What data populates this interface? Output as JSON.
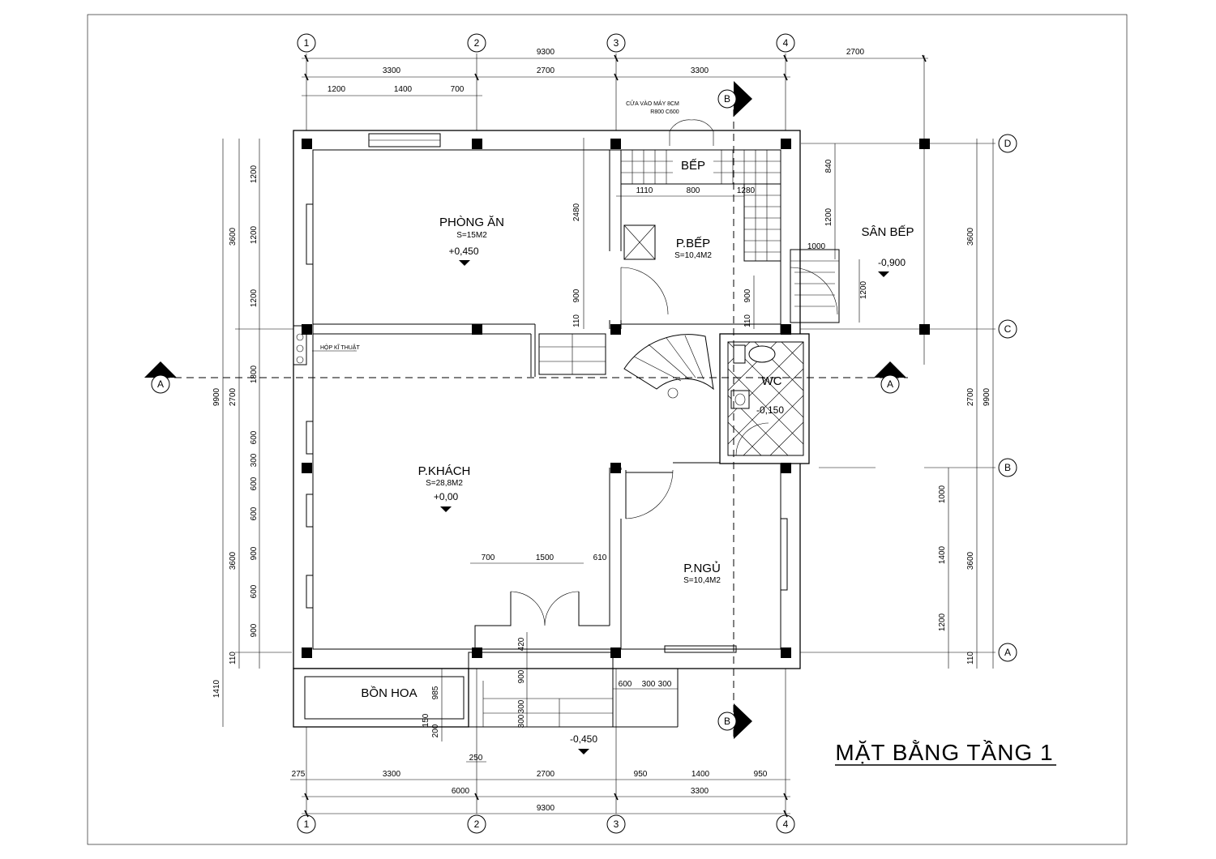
{
  "title": "MẶT BẰNG TẦNG 1",
  "axes": {
    "col1": "1",
    "col2": "2",
    "col3": "3",
    "col4": "4",
    "rowA": "A",
    "rowB": "B",
    "rowC": "C",
    "rowD": "D"
  },
  "sections": {
    "a": "A",
    "b": "B"
  },
  "rooms": {
    "dining": {
      "name": "PHÒNG ĂN",
      "area": "S=15M2",
      "level": "+0,450"
    },
    "kitchen_label": "BẾP",
    "kitchen": {
      "name": "P.BẾP",
      "area": "S=10,4M2"
    },
    "yard": {
      "name": "SÂN BẾP",
      "level": "-0,900"
    },
    "wc": {
      "name": "WC",
      "level": "-0,150"
    },
    "living": {
      "name": "P.KHÁCH",
      "area": "S=28,8M2",
      "level": "+0,00"
    },
    "bedroom": {
      "name": "P.NGỦ",
      "area": "S=10,4M2"
    },
    "flowerbed": {
      "name": "BỒN HOA"
    },
    "entry_level": "-0,450"
  },
  "notes": {
    "door_note": "CỬA VÀO MÁY 8CM",
    "door_size": "R800 C600",
    "tech_box": "HỘP KĨ THUẬT"
  },
  "dims": {
    "top_total": "9300",
    "top_yard": "2700",
    "top_3300a": "3300",
    "top_2700": "2700",
    "top_3300b": "3300",
    "top_1200": "1200",
    "top_1400": "1400",
    "top_700": "700",
    "k_1110": "1110",
    "k_800": "800",
    "k_1280": "1280",
    "k_2480": "2480",
    "k_900a": "900",
    "k_110a": "110",
    "k_900b": "900",
    "k_110b": "110",
    "l_9900": "9900",
    "l_3600a": "3600",
    "l_2700": "2700",
    "l_3600b": "3600",
    "l_1410": "1410",
    "l2_1200a": "1200",
    "l2_1200b": "1200",
    "l2_1200c": "1200",
    "l2_1800": "1800",
    "l2_600a": "600",
    "l2_300": "300",
    "l2_600b": "600",
    "l2_600c": "600",
    "l2_900a": "900",
    "l2_600d": "600",
    "l2_900b": "900",
    "l2_110": "110",
    "r_9900": "9900",
    "r_3600a": "3600",
    "r_2700": "2700",
    "r_3600b": "3600",
    "r_110": "110",
    "r2_840": "840",
    "r2_1200": "1200",
    "r2_1000": "1000",
    "r2_1400": "1400",
    "r2_1200b": "1200",
    "y_1000": "1000",
    "y_1200": "1200",
    "e_700": "700",
    "e_1500": "1500",
    "e_610": "610",
    "s_420": "420",
    "s_900": "900",
    "s_300a": "300",
    "s_300b": "300",
    "f_985": "985",
    "f_150": "150",
    "f_200": "200",
    "f_250": "250",
    "b_600": "600",
    "b_300a": "300",
    "b_300b": "300",
    "bot_275": "275",
    "bot_3300a": "3300",
    "bot_2700": "2700",
    "bot_950a": "950",
    "bot_1400": "1400",
    "bot_950b": "950",
    "bot_6000": "6000",
    "bot_3300b": "3300",
    "bot_9300": "9300"
  }
}
